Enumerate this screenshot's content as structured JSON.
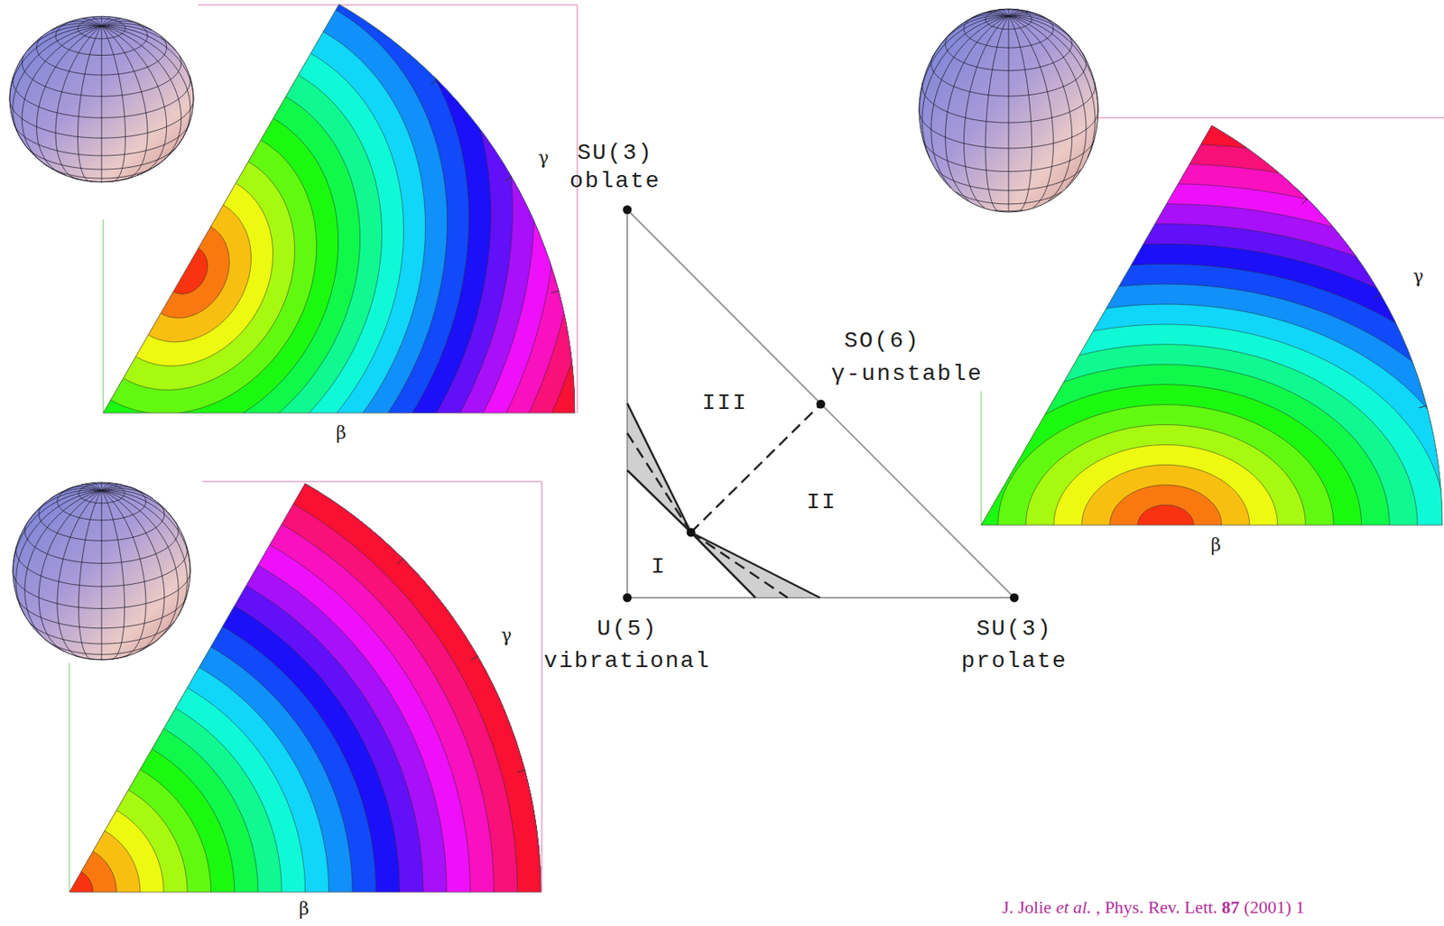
{
  "diagram": {
    "labels": [
      "γ",
      "β",
      "SU(3)",
      "oblate",
      "SO(6)",
      "γ-unstable",
      "III",
      "II",
      "I",
      "U(5)",
      "vibrational",
      "SU(3)",
      "prolate",
      "γ",
      "β",
      "γ",
      "β",
      "J. Jolie",
      "et al.",
      ", Phys. Rev. Lett.",
      "87",
      "(2001) 1"
    ]
  }
}
